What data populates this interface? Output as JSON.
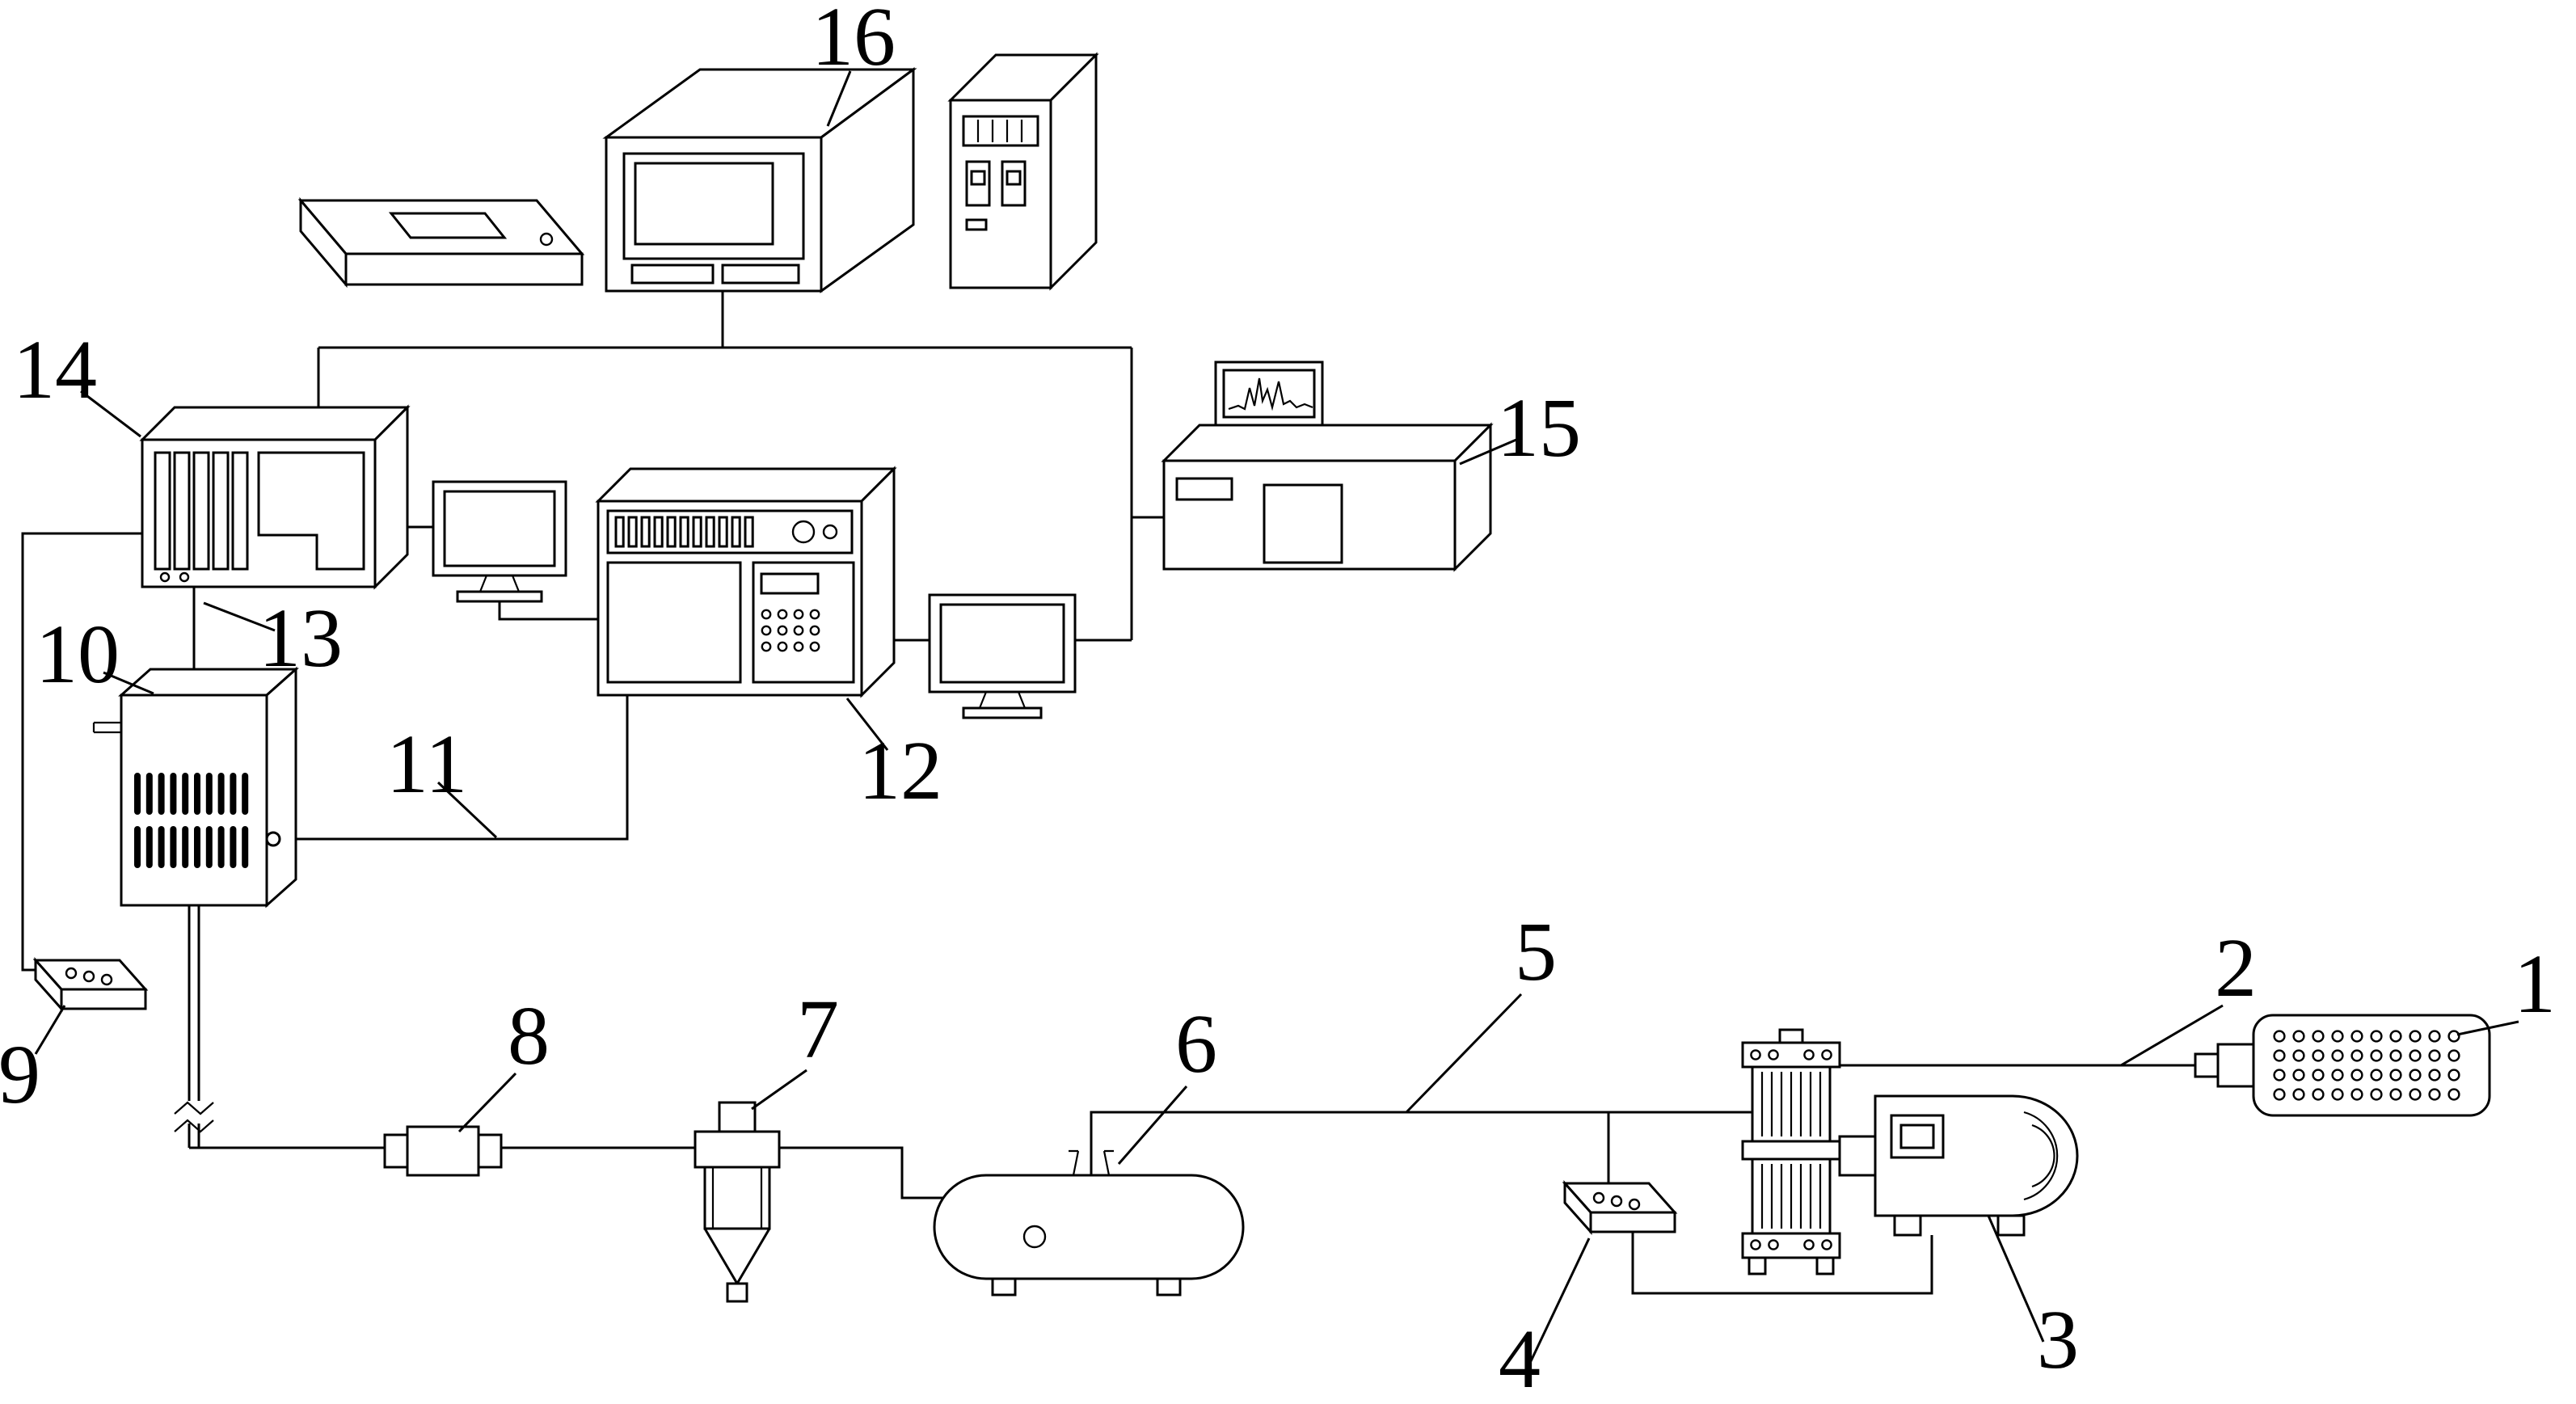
{
  "figure": {
    "background": "#ffffff",
    "ink": "#000000",
    "callouts": [
      {
        "text": "1"
      },
      {
        "text": "2"
      },
      {
        "text": "3"
      },
      {
        "text": "4"
      },
      {
        "text": "5"
      },
      {
        "text": "6"
      },
      {
        "text": "7"
      },
      {
        "text": "8"
      },
      {
        "text": "9"
      },
      {
        "text": "10"
      },
      {
        "text": "11"
      },
      {
        "text": "12"
      },
      {
        "text": "13"
      },
      {
        "text": "14"
      },
      {
        "text": "15"
      },
      {
        "text": "16"
      }
    ]
  }
}
